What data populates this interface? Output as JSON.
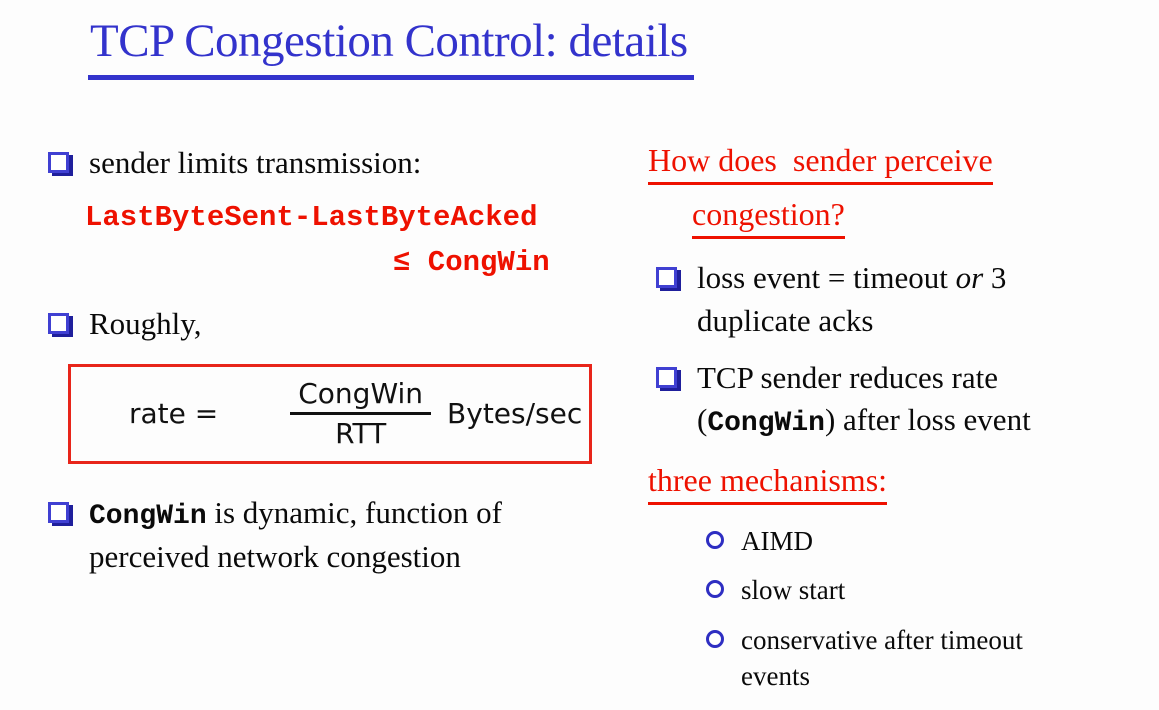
{
  "title": "TCP Congestion Control: details",
  "left": {
    "bullet1": "sender limits transmission:",
    "code_line1": "LastByteSent-LastByteAcked",
    "code_line2": "≤ CongWin",
    "bullet2": "Roughly,",
    "formula": {
      "lhs": "rate =",
      "numerator": "CongWin",
      "denominator": "RTT",
      "unit": "Bytes/sec"
    },
    "bullet3": {
      "code": "CongWin",
      "rest": " is dynamic, function of perceived network congestion"
    }
  },
  "right": {
    "question_line1": "How does  sender perceive",
    "question_line2": "congestion?",
    "bullet1": {
      "pre": "loss event = timeout ",
      "italic": "or",
      "post": " 3 duplicate acks"
    },
    "bullet2": {
      "pre": "TCP sender reduces rate (",
      "code": "CongWin",
      "post": ") after loss event"
    },
    "subheading": "three mechanisms:",
    "mechanisms": [
      "AIMD",
      "slow start",
      "conservative after timeout events"
    ]
  },
  "colors": {
    "title_blue": "#3333cc",
    "bullet_blue": "#4040d2",
    "bullet_shadow_blue": "#1f1f9c",
    "red_text": "#ee1100",
    "box_border_red": "#e8251a",
    "body_black": "#0a0a0a",
    "background": "#fdfdfd"
  }
}
